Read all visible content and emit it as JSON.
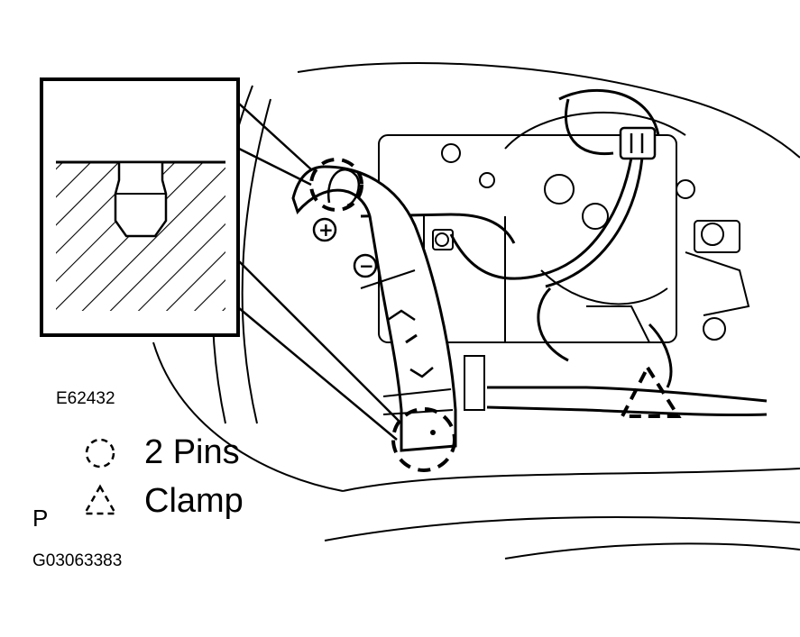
{
  "figure": {
    "reference_code": "E62432",
    "page_code": "G03063383",
    "corner_letter": "P"
  },
  "legend": {
    "items": [
      {
        "symbol": "dashed-circle",
        "text": "2 Pins"
      },
      {
        "symbol": "dashed-triangle",
        "text": "Clamp"
      }
    ]
  },
  "switch_buttons": [
    {
      "icon": "plus-icon",
      "glyph": "+"
    },
    {
      "icon": "minus-icon",
      "glyph": "−"
    }
  ],
  "colors": {
    "ink": "#000000",
    "paper": "#ffffff"
  }
}
